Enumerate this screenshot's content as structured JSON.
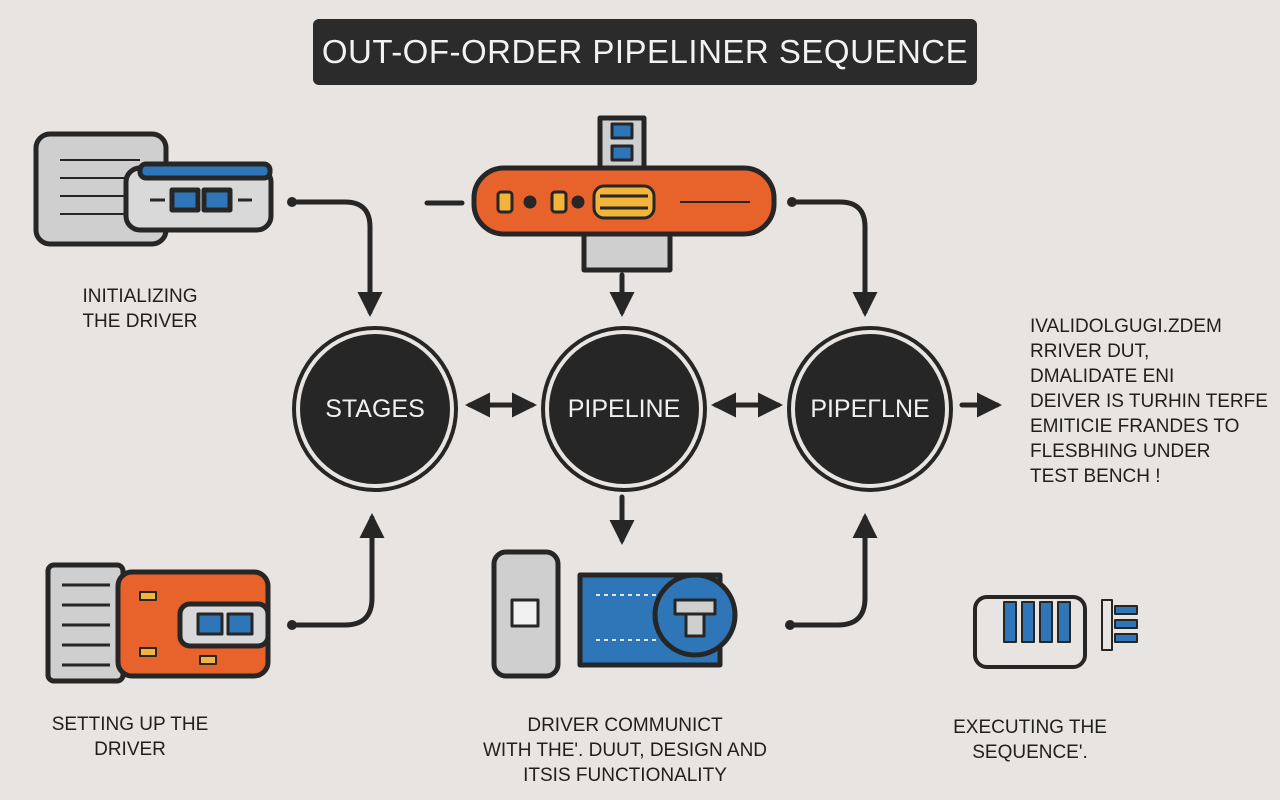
{
  "title": "OUT-OF-ORDER PIPELINER SEQUENCE",
  "nodes": {
    "stages": "STAGES",
    "pipeline_center": "PIPELINE",
    "pipeline_right": "PIPEΓLNE"
  },
  "labels": {
    "init_line1": "INITIALIZING",
    "init_line2": "THE DRIVER",
    "setup_line1": "SETTING UP THE",
    "setup_line2": "DRIVER",
    "comm_line1": "DRIVER COMMUNICT",
    "comm_line2": "WITH THE'. DUUT, DESIGN AND",
    "comm_line3": "ITSIS FUNCTIONALITY",
    "exec_line1": "EXECUTING THE",
    "exec_line2": "SEQUENCE'."
  },
  "note": [
    "IVALIDOLGUGI.ZDEM",
    "RRIVER DUT,",
    "DMALIDATE ENI",
    "DEIVER IS TURHIN TERFE",
    "EMITICIE FRANDES TO",
    "FLESBHING UNDER",
    "TEST BENCH !"
  ],
  "icons": [
    "driver-device-icon",
    "pipeline-bus-icon",
    "driver-board-icon",
    "dut-module-icon",
    "sequence-stack-icon"
  ],
  "colors": {
    "orange": "#e8632b",
    "blue": "#2e76b8",
    "dark": "#262626",
    "yellow": "#f3b43c",
    "background": "#e7e4e1"
  }
}
